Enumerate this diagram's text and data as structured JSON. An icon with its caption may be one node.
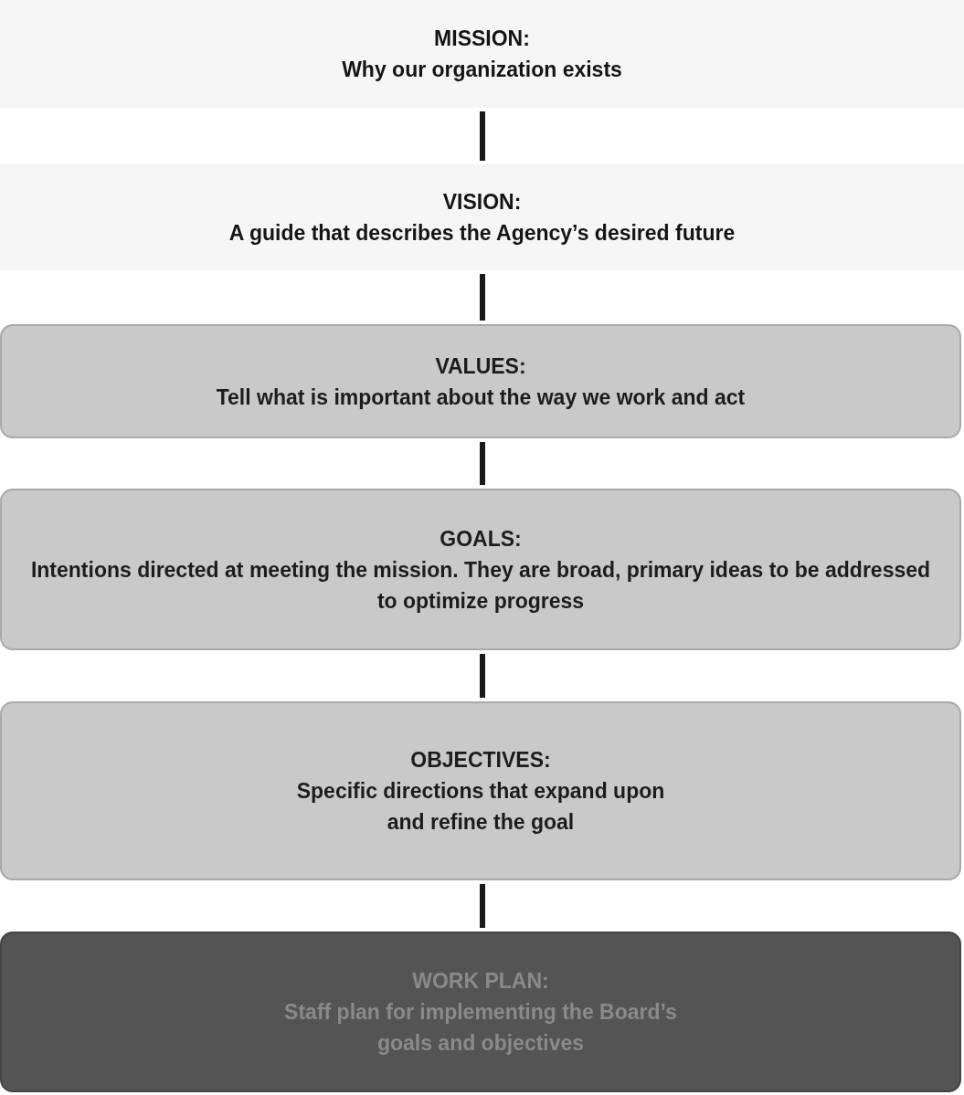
{
  "diagram": {
    "nodes": [
      {
        "text": [
          "MISSION:",
          "Why our organization exists"
        ]
      },
      {
        "text": [
          "VISION:",
          "A guide that describes the Agency’s desired future"
        ]
      },
      {
        "text": [
          "VALUES:",
          "Tell what is important about the way we work and act"
        ]
      },
      {
        "text": [
          "GOALS:",
          "Intentions directed at meeting the mission. They are broad, primary ideas to be addressed to optimize progress"
        ]
      },
      {
        "text": [
          "OBJECTIVES:",
          "Specific directions that expand upon and refine the goal"
        ]
      },
      {
        "text": [
          "WORK PLAN:",
          "Staff plan for implementing the Board’s goals and objectives"
        ]
      }
    ],
    "edges": [
      {
        "from": 0,
        "to": 1,
        "arrow": "none"
      },
      {
        "from": 1,
        "to": 2,
        "arrow": "none"
      },
      {
        "from": 2,
        "to": 3,
        "arrow": "none"
      },
      {
        "from": 3,
        "to": 4,
        "arrow": "none"
      },
      {
        "from": 4,
        "to": 5,
        "arrow": "none"
      }
    ]
  }
}
